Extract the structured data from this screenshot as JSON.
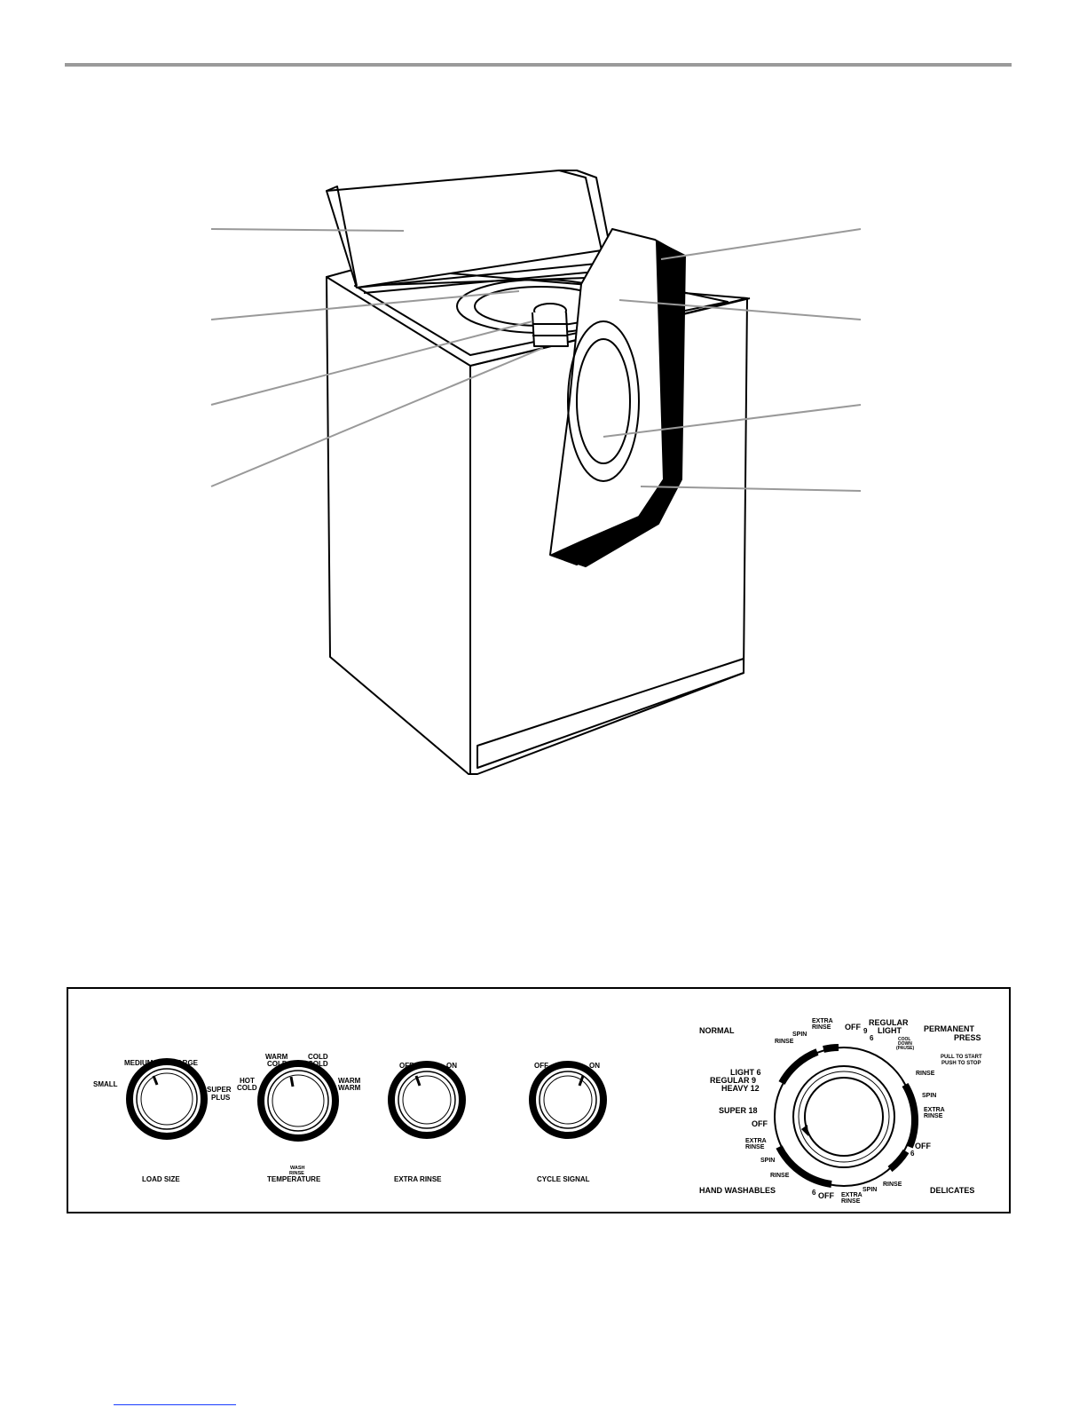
{
  "washer_illustration": {
    "callout_count": 8
  },
  "control_panel": {
    "load_size": {
      "label": "LOAD SIZE",
      "small": "SMALL",
      "medium": "MEDIUM",
      "large": "LARGE",
      "super": "SUPER",
      "plus": "PLUS"
    },
    "temperature": {
      "label": "TEMPERATURE",
      "hot": "HOT",
      "cold1": "COLD",
      "warm_a": "WARM",
      "cold2": "COLD",
      "cold3": "COLD",
      "cold4": "COLD",
      "warm_b": "WARM",
      "warm_c": "WARM",
      "wash": "WASH",
      "rinse": "RINSE"
    },
    "extra_rinse": {
      "label": "EXTRA RINSE",
      "off": "OFF",
      "on": "ON"
    },
    "cycle_signal": {
      "label": "CYCLE SIGNAL",
      "off": "OFF",
      "on": "ON"
    },
    "timer": {
      "normal": "NORMAL",
      "permanent": "PERMANENT",
      "press": "PRESS",
      "hand_washables": "HAND WASHABLES",
      "delicates": "DELICATES",
      "pull_to_start": "PULL TO START",
      "push_to_stop": "PUSH TO STOP",
      "regular": "REGULAR",
      "light": "LIGHT",
      "num_9": "9",
      "num_6": "6",
      "off_top": "OFF",
      "cool": "COOL",
      "down": "DOWN",
      "pause": "(PAUSE)",
      "pp_rinse": "RINSE",
      "pp_spin": "SPIN",
      "pp_extra": "EXTRA",
      "pp_extra_rinse": "RINSE",
      "off_right": "OFF",
      "del_6": "6",
      "del_rinse": "RINSE",
      "del_spin": "SPIN",
      "del_extra": "EXTRA",
      "del_extra_rinse": "RINSE",
      "off_bottom": "OFF",
      "hw_6": "6",
      "hw_rinse": "RINSE",
      "hw_spin": "SPIN",
      "hw_extra": "EXTRA",
      "hw_extra_rinse": "RINSE",
      "off_left": "OFF",
      "super18": "SUPER 18",
      "heavy12": "HEAVY 12",
      "regular9": "REGULAR 9",
      "light6": "LIGHT 6",
      "n_rinse": "RINSE",
      "n_spin": "SPIN",
      "n_extra": "EXTRA",
      "n_extra_rinse": "RINSE"
    }
  }
}
